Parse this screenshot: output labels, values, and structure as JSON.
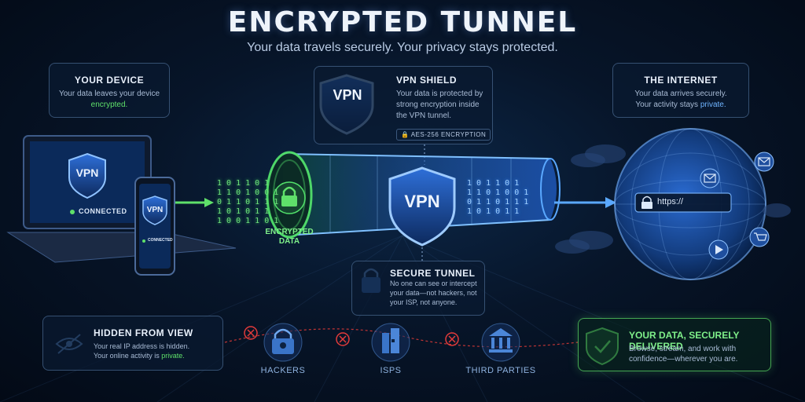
{
  "header": {
    "title": "ENCRYPTED TUNNEL",
    "subtitle": "Your data travels securely. Your privacy stays protected."
  },
  "device_card": {
    "title": "YOUR DEVICE",
    "text_before": "Your data leaves your device",
    "text_highlight": "encrypted."
  },
  "shield_card": {
    "title": "VPN SHIELD",
    "text": "Your data is protected by strong encryption inside the VPN tunnel.",
    "badge": "AES-256 ENCRYPTION",
    "shield_label": "VPN"
  },
  "internet_card": {
    "title": "THE INTERNET",
    "text_line1": "Your data arrives securely.",
    "text_before": "Your activity stays",
    "text_highlight": "private."
  },
  "laptop": {
    "screen_label": "VPN",
    "status": "CONNECTED"
  },
  "phone": {
    "screen_label": "VPN",
    "status": "CONNECTED"
  },
  "tunnel": {
    "shield_label": "VPN",
    "encrypted_label_line1": "ENCRYPTED",
    "encrypted_label_line2": "DATA",
    "binary_rows": [
      "1 0 1 1 0 1",
      "1 1 0 1 0 0 1",
      "0 1 1 0 1 1 1",
      "1 0 1 0 1 1",
      "1 0 0 1 1 0 1"
    ]
  },
  "tunnel_card": {
    "title": "SECURE TUNNEL",
    "text": "No one can see or intercept your data—not hackers, not your ISP, not anyone."
  },
  "globe": {
    "url_bar": "https://"
  },
  "hidden_card": {
    "title": "HIDDEN FROM VIEW",
    "text_line1": "Your real IP address is hidden.",
    "text_before": "Your online activity is",
    "text_highlight": "private."
  },
  "threats": [
    {
      "label": "HACKERS",
      "icon": "hacker-lock-icon"
    },
    {
      "label": "ISPS",
      "icon": "building-icon"
    },
    {
      "label": "THIRD PARTIES",
      "icon": "bank-icon"
    }
  ],
  "delivered_card": {
    "title": "YOUR DATA, SECURELY DELIVERED",
    "text": "Browse, stream, and work with confidence—wherever you are."
  },
  "colors": {
    "accent_green": "#5fe06a",
    "accent_blue": "#3c8cff",
    "danger_red": "#e23b3b",
    "background": "#071529"
  }
}
